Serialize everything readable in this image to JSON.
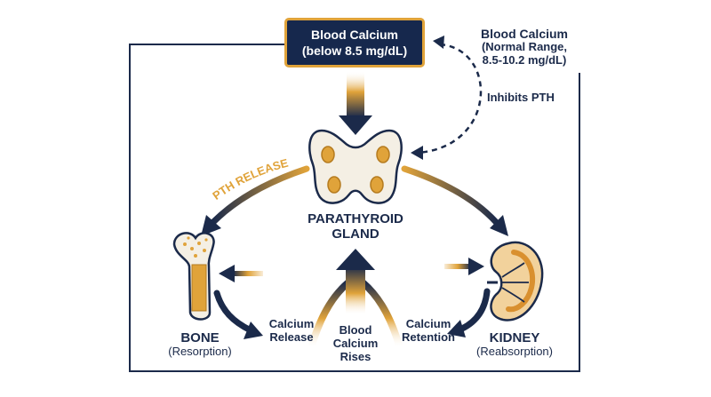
{
  "top_box": {
    "line1": "Blood Calcium",
    "line2": "(below 8.5 mg/dL)"
  },
  "normal_range": {
    "line1": "Blood Calcium",
    "line2": "(Normal Range,",
    "line3": "8.5-10.2 mg/dL)"
  },
  "inhibits_label": "Inhibits PTH",
  "pth_release_label": "PTH RELEASE",
  "gland": {
    "line1": "PARATHYROID",
    "line2": "GLAND"
  },
  "bone": {
    "name": "BONE",
    "sub": "(Resorption)"
  },
  "kidney": {
    "name": "KIDNEY",
    "sub": "(Reabsorption)"
  },
  "calcium_release": {
    "line1": "Calcium",
    "line2": "Release"
  },
  "blood_rises": {
    "line1": "Blood",
    "line2": "Calcium",
    "line3": "Rises"
  },
  "calcium_retention": {
    "line1": "Calcium",
    "line2": "Retention"
  },
  "colors": {
    "navy": "#1b2a4a",
    "orange": "#e0a33a",
    "box_fill": "#16284d",
    "tissue": "#f4efe4"
  }
}
